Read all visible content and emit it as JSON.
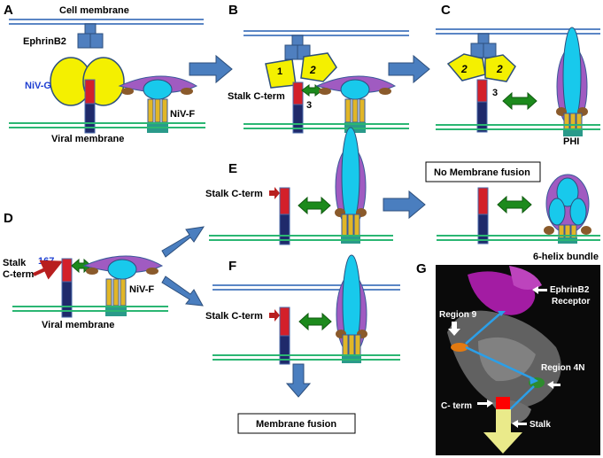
{
  "colors": {
    "membrane_blue": "#5b86c5",
    "viral_membrane_green": "#2bb673",
    "ephrin_blue": "#4f7fbf",
    "yellow": "#f4f000",
    "stalk_red": "#d3202a",
    "stalk_navy": "#1f2a6b",
    "f_purple": "#a05bc1",
    "f_cyan": "#18c9ec",
    "f_brown": "#8a5a2b",
    "f_gold": "#e1b628",
    "arrow_green": "#1c8a1c",
    "arrow_blue": "#4a7ebf",
    "dark_red": "#b81f1f",
    "blue_text": "#1e3fd1"
  },
  "panels": {
    "A": "A",
    "B": "B",
    "C": "C",
    "D": "D",
    "E": "E",
    "F": "F",
    "G": "G"
  },
  "labels": {
    "cell_membrane": "Cell membrane",
    "ephrinb2": "EphrinB2",
    "niv_g": "NiV-G",
    "niv_f": "NiV-F",
    "viral_membrane": "Viral membrane",
    "stalk_cterm": "Stalk C-term",
    "stalk_cterm_d_line1": "Stalk",
    "stalk_cterm_d_line2": "C-term",
    "residue_167": "167",
    "phi": "PHI",
    "six_helix_bundle": "6-helix bundle",
    "num_1": "1",
    "num_2": "2",
    "num_3": "3"
  },
  "boxes": {
    "no_membrane_fusion": "No Membrane fusion",
    "membrane_fusion": "Membrane fusion"
  },
  "structure": {
    "ephrinb2_receptor_line1": "EphrinB2",
    "ephrinb2_receptor_line2": "Receptor",
    "region9": "Region 9",
    "region4n": "Region 4N",
    "c_term": "C- term",
    "stalk": "Stalk"
  }
}
